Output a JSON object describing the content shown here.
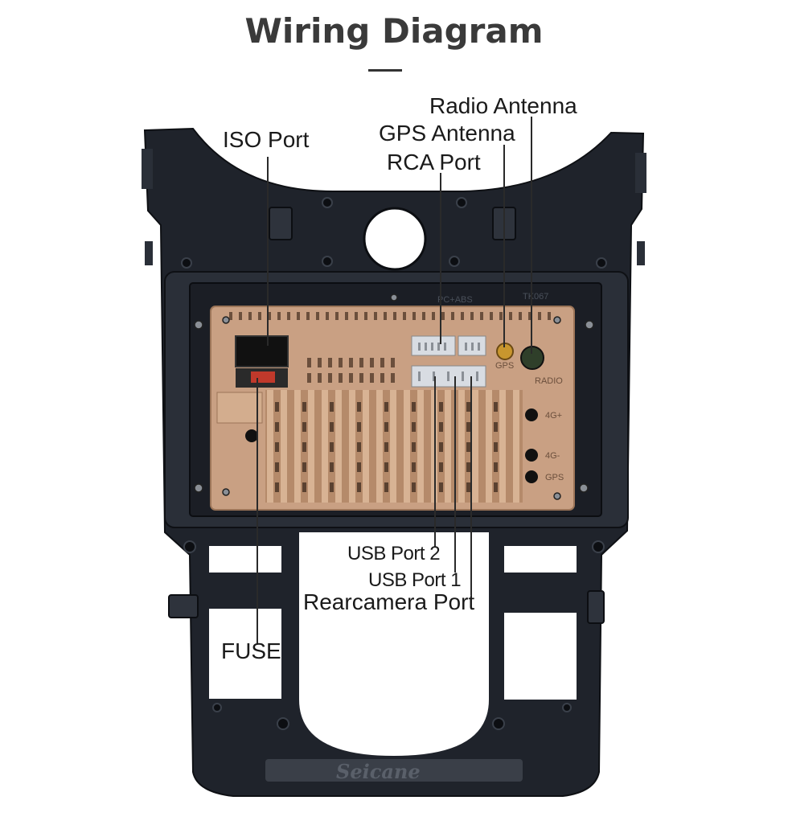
{
  "title": "Wiring Diagram",
  "labels": {
    "iso_port": "ISO Port",
    "radio_antenna": "Radio Antenna",
    "gps_antenna": "GPS Antenna",
    "rca_port": "RCA Port",
    "usb_port_2": "USB Port 2",
    "usb_port_1": "USB Port 1",
    "rearcamera_port": "Rearcamera Port",
    "fuse": "FUSE"
  },
  "unit_markings": {
    "material": "PC+ABS",
    "model": "TK067",
    "gps": "GPS",
    "radio": "RADIO",
    "port_4g_plus": "4G+",
    "port_4g_minus": "4G-",
    "gps_lower": "GPS",
    "brand": "Seicane"
  },
  "colors": {
    "frame": "#1f232b",
    "frame_dark": "#12151b",
    "chassis": "#c9a083",
    "chassis_dark": "#9c7558",
    "connector": "#d8dce2",
    "leader_line": "#2a2a2a"
  }
}
